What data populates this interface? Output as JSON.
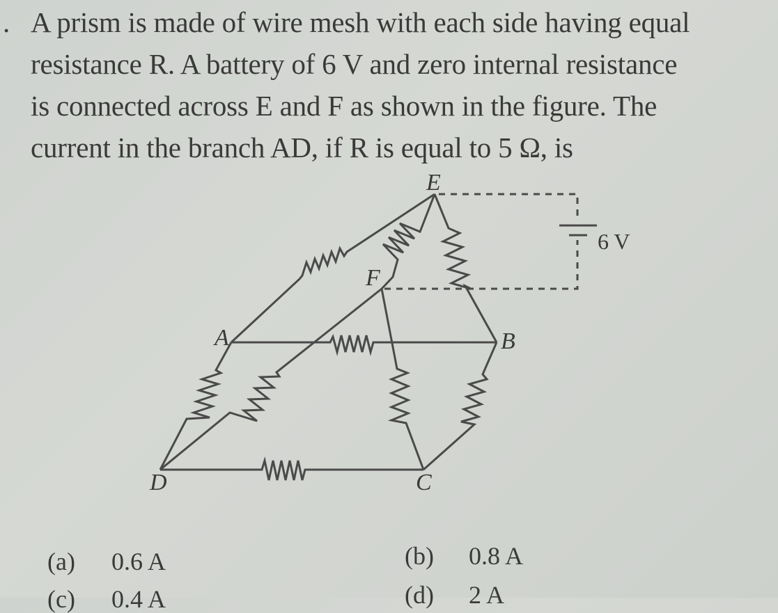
{
  "question": {
    "bullet": ".",
    "lines": [
      "A prism is made of wire mesh with each side having equal",
      "resistance R. A battery of 6 V and zero internal resistance",
      "is connected across E and F as shown in the figure. The",
      "current in the branch AD, if R is equal to 5 Ω, is"
    ]
  },
  "figure": {
    "nodes": {
      "E": "E",
      "F": "F",
      "A": "A",
      "B": "B",
      "C": "C",
      "D": "D"
    },
    "battery_label": "6 V"
  },
  "options": [
    {
      "key": "(a)",
      "value": "0.6 A"
    },
    {
      "key": "(b)",
      "value": "0.8 A"
    },
    {
      "key": "(c)",
      "value": "0.4 A"
    },
    {
      "key": "(d)",
      "value": "2 A"
    }
  ]
}
